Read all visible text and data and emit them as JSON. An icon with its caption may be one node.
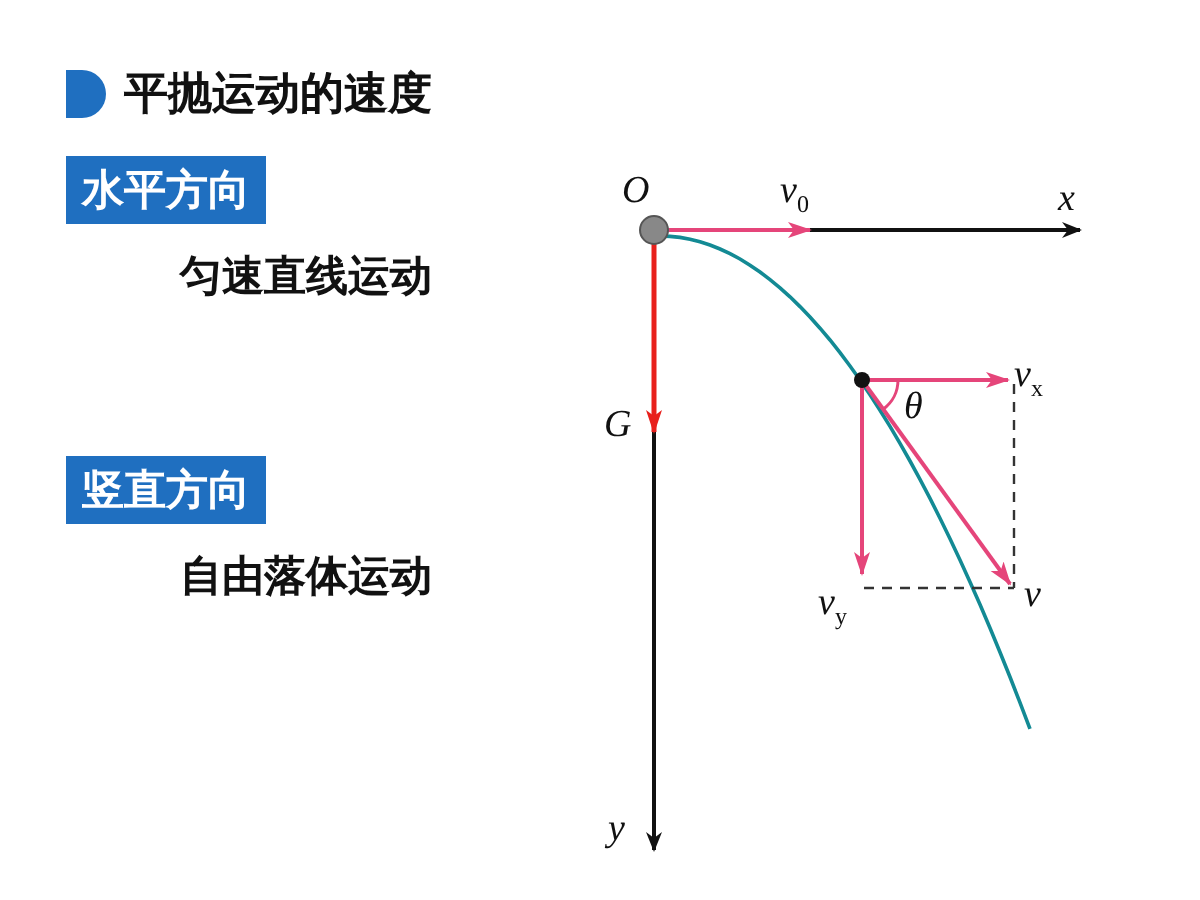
{
  "diagram": {
    "title": "平抛运动的速度",
    "nodes": [
      {
        "text": [
          "水平方向"
        ]
      },
      {
        "text": [
          "竖直方向"
        ]
      }
    ],
    "labels": [
      "匀速直线运动",
      "自由落体运动",
      "O",
      "v$_{0}$",
      "x",
      "G",
      "y",
      "v$_{x}$",
      "θ",
      "v$_{y}$",
      "v"
    ]
  }
}
